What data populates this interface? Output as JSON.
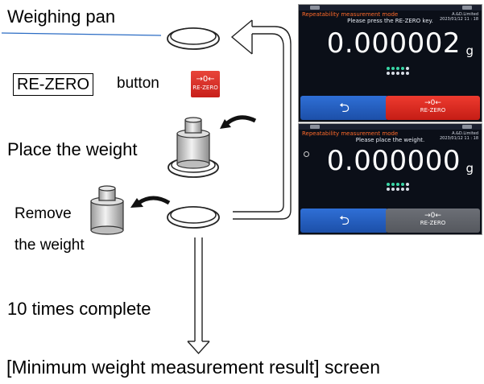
{
  "labels": {
    "weighing_pan": "Weighing pan",
    "rezero_word": "RE-ZERO",
    "button_word": "button",
    "place_weight": "Place the weight",
    "remove_line1": "Remove",
    "remove_line2": "the weight",
    "ten_times": "10 times complete",
    "result_screen": "[Minimum weight measurement result] screen"
  },
  "rezero_icon": {
    "symbol": "→0←",
    "text": "RE-ZERO"
  },
  "screens": [
    {
      "mode": "Repeatability measurement mode",
      "message": "Please press the RE-ZERO key.",
      "date_line1": "A.&D.Limited",
      "date_line2": "2023/01/12  11 : 18",
      "value": "0.000002",
      "unit": "g",
      "back_icon": "return-arrow-icon",
      "rezero_symbol": "→0←",
      "rezero_label": "RE-ZERO",
      "rezero_enabled": true,
      "dots_filled": 4,
      "dots_total": 10
    },
    {
      "mode": "Repeatability measurement mode",
      "message": "Please place the weight.",
      "date_line1": "A.&D.Limited",
      "date_line2": "2023/01/12  11 : 18",
      "value": "0.000000",
      "unit": "g",
      "back_icon": "return-arrow-icon",
      "rezero_symbol": "→0←",
      "rezero_label": "RE-ZERO",
      "rezero_enabled": false,
      "dots_filled": 4,
      "dots_total": 10
    }
  ],
  "colors": {
    "accent_red": "#d42a22",
    "callout_line": "#2b6cc4",
    "screen_bg": "#0b0f18",
    "mode_text": "#ff6a2a",
    "dot_active": "#3ad6a6",
    "dot_inactive": "#d8dde6"
  }
}
